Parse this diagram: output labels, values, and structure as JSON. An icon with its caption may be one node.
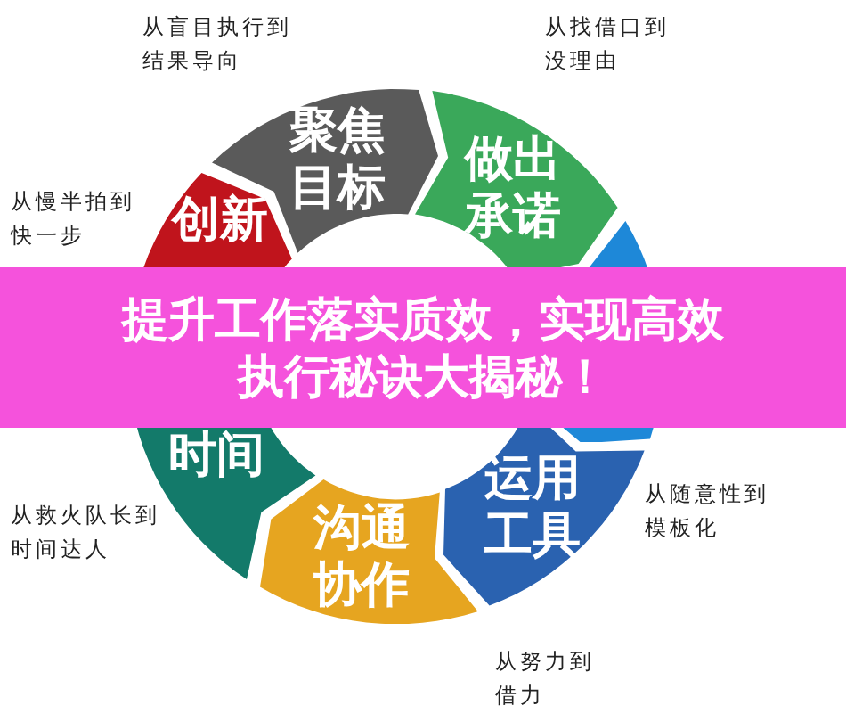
{
  "diagram": {
    "title": "提升工作落实质效，实现高效执行秘诀大揭秘！",
    "nodes": [
      {
        "text": [
          "聚焦目标"
        ],
        "beside": [
          "从盲目执行到结果导向"
        ]
      },
      {
        "text": [
          "做出承诺"
        ],
        "beside": [
          "从找借口到没理由"
        ]
      },
      {
        "text": [],
        "shape": "arrow"
      },
      {
        "text": [
          "运用工具"
        ],
        "beside": [
          "从随意性到模板化"
        ]
      },
      {
        "text": [
          "沟通协作"
        ],
        "beside": [
          "从努力到借力"
        ]
      },
      {
        "text": [
          "时间"
        ],
        "beside": [
          "从救火队长到时间达人"
        ]
      },
      {
        "text": [
          "创新"
        ],
        "beside": [
          "从慢半拍到快一步"
        ]
      }
    ]
  }
}
